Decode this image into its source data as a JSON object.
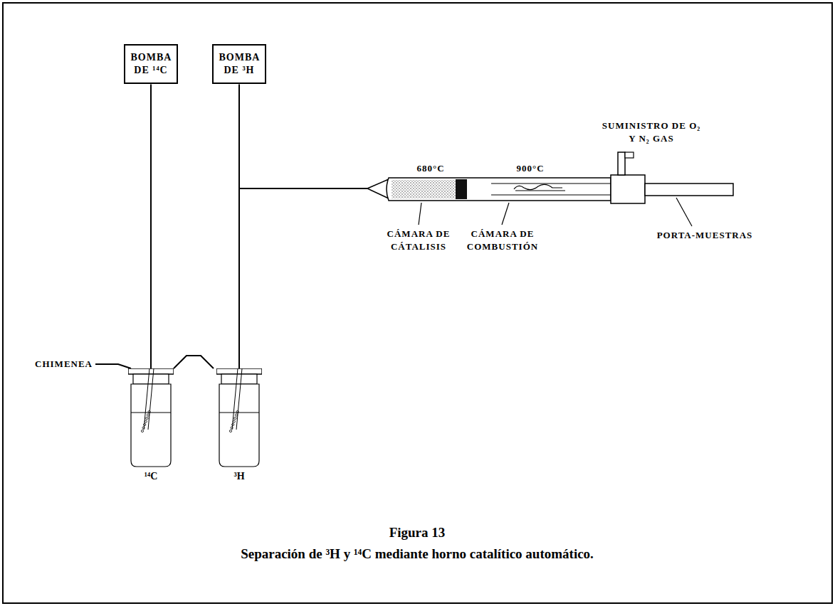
{
  "diagram": {
    "caption": "Separación de ³H y ¹⁴C mediante horno catalítico automático.",
    "nodes": [
      {
        "text": [
          "BOMBA DE ¹⁴C"
        ]
      },
      {
        "text": [
          "BOMBA DE ³H"
        ]
      },
      {
        "text": [
          "¹⁴C"
        ]
      },
      {
        "text": [
          "³H"
        ]
      }
    ],
    "edges": [
      {
        "from": 0,
        "to": 2,
        "arrow": "none"
      },
      {
        "from": 1,
        "to": 3,
        "arrow": "none"
      }
    ],
    "labels": [
      "SUMINISTRO DE O₂ Y N₂ GAS",
      "680°C",
      "900°C",
      "CHIMENEA",
      "CÁMARA DE CÁTALISIS",
      "CÁMARA DE COMBUSTIÓN",
      "PORTA-MUESTRAS",
      "Figura 13"
    ]
  }
}
